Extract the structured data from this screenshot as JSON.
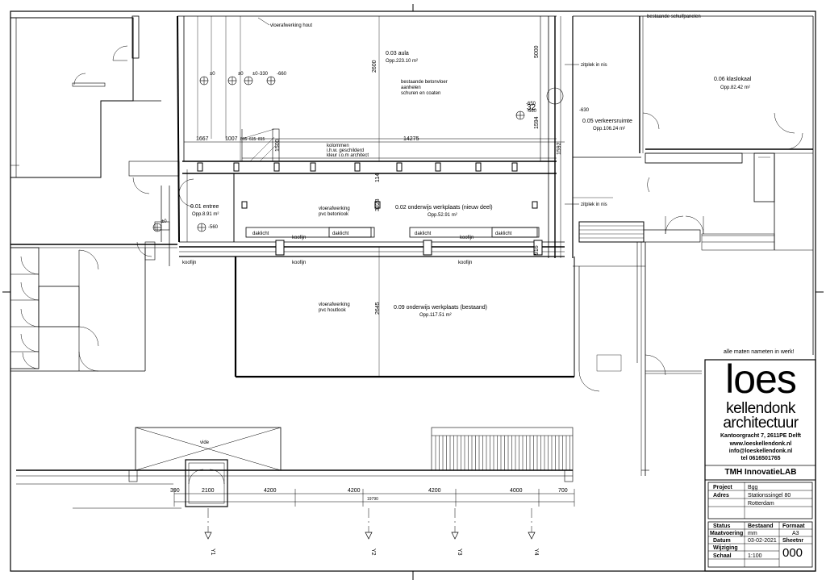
{
  "rooms": {
    "aula_name": "0.03 aula",
    "aula_area": "Opp.223.10 m²",
    "aula_note1": "bestaande betonvloer",
    "aula_note2": "aanhelen",
    "aula_note3": "schuren en coaten",
    "verkeer_name": "0.05 verkeersruimte",
    "verkeer_area": "Opp.106.24 m²",
    "klas_name": "0.06 klaslokaal",
    "klas_area": "Opp.82.42 m²",
    "entree_name": "0.01 entree",
    "entree_area": "Opp.8.91 m²",
    "werk_nieuw_name": "0.02 onderwijs werkplaats (nieuw deel)",
    "werk_nieuw_area": "Opp.52.91 m²",
    "werk_best_name": "0.09 onderwijs werkplaats (bestaand)",
    "werk_best_area": "Opp.117.51 m²"
  },
  "labels": {
    "vloer_hout": "vloerafwerking hout",
    "vloer_beton1": "vloerafwerking",
    "vloer_beton2": "pvc betonlook",
    "vloer_houtlook1": "vloerafwerking",
    "vloer_houtlook2": "pvc houtlook",
    "kolommen1": "kolommen",
    "kolommen2": "i.h.w. geschilderd",
    "kolommen3": "kleur i.o.m architect",
    "zitplek1": "zitplek in nis",
    "zitplek2": "zitplek in nis",
    "schuifpanelen": "bestaande schuifpanelen",
    "vide": "vide",
    "maten": "alle maten nameten in werk!",
    "daklicht": [
      "daklicht",
      "daklicht",
      "daklicht",
      "daklicht"
    ],
    "koofijn": [
      "koofijn",
      "koofijn",
      "koofijn",
      "koofijn",
      "koofijn"
    ],
    "levels": [
      "±0",
      "±0",
      "±0",
      "-330",
      "-660",
      "-660",
      "-650",
      "-630",
      "-560",
      "±0"
    ],
    "grid_32": "32"
  },
  "dims": {
    "top": [
      "1667",
      "1007",
      "815",
      "615",
      "815",
      "14275",
      "1592"
    ],
    "vertical": [
      "2600",
      "5000",
      "1594",
      "1500",
      "3328",
      "114",
      "2645",
      "916"
    ],
    "bottom": [
      "390",
      "2100",
      "4200",
      "4200",
      "4200",
      "4000",
      "700"
    ],
    "total": "19790"
  },
  "axes": [
    "Y1",
    "Y2",
    "Y3",
    "Y4"
  ],
  "title_block": {
    "logo_big": "loes",
    "logo_mid": "kellendonk",
    "logo_small": "architectuur",
    "address": "Kantoorgracht 7, 2611PE Delft",
    "web": "www.loeskellendonk.nl",
    "email": "info@loeskellendonk.nl",
    "tel": "tel 0616501765",
    "project_title": "TMH InnovatieLAB",
    "project_label": "Project",
    "project_value": "Bgg",
    "adres_label": "Adres",
    "adres_value1": "Stationssingel 80",
    "adres_value2": "Rotterdam",
    "status_label": "Status",
    "status_value": "Bestaand",
    "formaat_label": "Formaat",
    "maat_label": "Maatvoering",
    "maat_value": "mm",
    "formaat_value": "A3",
    "datum_label": "Datum",
    "datum_value": "03-02-2021",
    "sheet_label": "Sheetnr",
    "wijziging_label": "Wijziging",
    "schaal_label": "Schaal",
    "schaal_value": "1:100",
    "sheet_value": "000"
  }
}
